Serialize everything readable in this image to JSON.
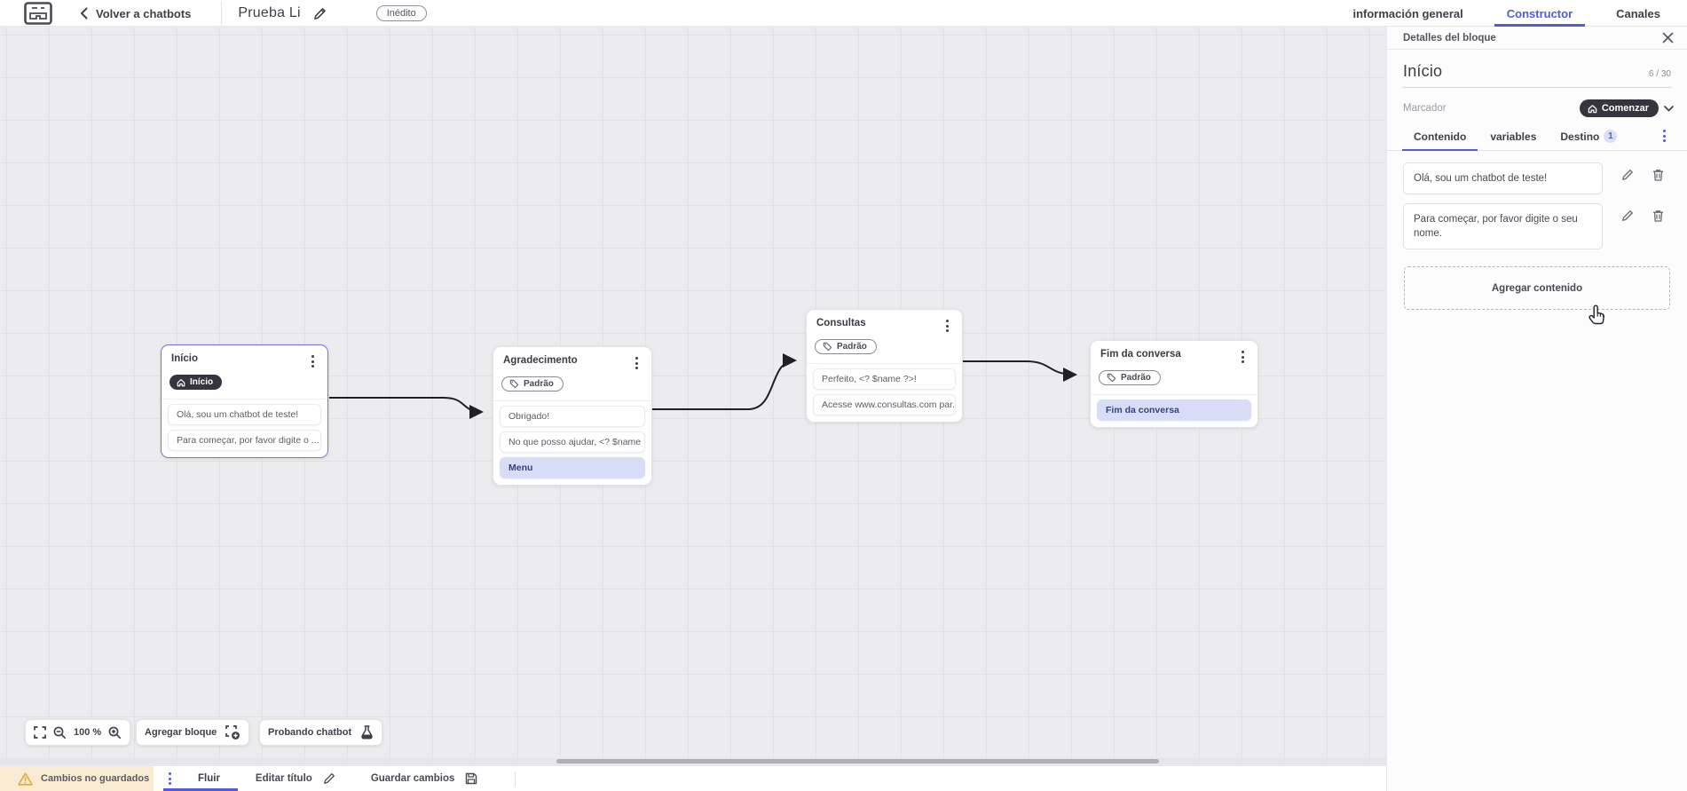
{
  "topbar": {
    "back_label": "Volver a chatbots",
    "title": "Prueba Li",
    "status": "Inédito",
    "tabs": [
      {
        "label": "información general",
        "active": false
      },
      {
        "label": "Constructor",
        "active": true
      },
      {
        "label": "Canales",
        "active": false
      }
    ]
  },
  "canvas": {
    "blocks": [
      {
        "title": "Início",
        "badge_label": "Início",
        "badge_style": "dark",
        "badge_icon": "home-icon",
        "selected": true,
        "items": [
          {
            "text": "Olá, sou um chatbot de teste!",
            "highlight": false
          },
          {
            "text": "Para começar, por favor digite o ...",
            "highlight": false
          }
        ]
      },
      {
        "title": "Agradecimento",
        "badge_label": "Padrão",
        "badge_style": "outline",
        "badge_icon": "tag-icon",
        "selected": false,
        "items": [
          {
            "text": "Obrigado!",
            "highlight": false
          },
          {
            "text": "No que posso ajudar, <? $name ...",
            "highlight": false
          },
          {
            "text": "Menu",
            "highlight": true
          }
        ]
      },
      {
        "title": "Consultas",
        "badge_label": "Padrão",
        "badge_style": "outline",
        "badge_icon": "tag-icon",
        "selected": false,
        "items": [
          {
            "text": "Perfeito, <? $name ?>!",
            "highlight": false
          },
          {
            "text": "Acesse www.consultas.com par...",
            "highlight": false
          }
        ]
      },
      {
        "title": "Fim da conversa",
        "badge_label": "Padrão",
        "badge_style": "outline",
        "badge_icon": "tag-icon",
        "selected": false,
        "items": [
          {
            "text": "Fim da conversa",
            "highlight": true
          }
        ]
      }
    ],
    "zoom_percent": "100 %",
    "add_block_label": "Agregar bloque",
    "test_label": "Probando chatbot"
  },
  "panel": {
    "header": "Detalles del bloque",
    "name": "Início",
    "counter": "6 / 30",
    "marker_label": "Marcador",
    "marker_value": "Comenzar",
    "tabs": [
      {
        "label": "Contenido",
        "active": true
      },
      {
        "label": "variables",
        "active": false
      },
      {
        "label": "Destino",
        "active": false,
        "badge": "1"
      }
    ],
    "messages": [
      "Olá, sou um chatbot de teste!",
      "Para começar, por favor digite o seu nome."
    ],
    "add_content": "Agregar contenido"
  },
  "statusbar": {
    "unsaved": "Cambios no guardados",
    "flow_tab": "Fluir",
    "edit_title": "Editar título",
    "save": "Guardar cambios"
  },
  "icons": [
    "app-logo",
    "back-chevron-icon",
    "edit-pencil-icon",
    "home-icon",
    "tag-icon",
    "kebab-icon",
    "close-icon",
    "chevron-down-icon",
    "trash-icon",
    "fullscreen-icon",
    "zoom-out-icon",
    "zoom-in-icon",
    "add-block-icon",
    "flask-icon",
    "warning-icon",
    "save-icon",
    "hand-cursor-icon"
  ],
  "colors": {
    "accent": "#4c5dd7",
    "selected_border": "#7b74da",
    "dark_badge": "#35353f",
    "highlight_card": "#d9dcf7",
    "warning_bg": "#f9ecd2",
    "warning_icon": "#e9a63a",
    "canvas_bg": "#ececee"
  }
}
